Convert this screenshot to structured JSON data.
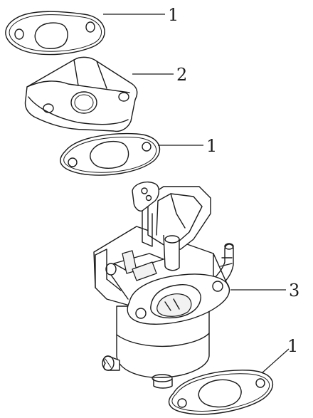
{
  "callouts": [
    {
      "id": "gasket-top",
      "number": "1"
    },
    {
      "id": "spacer",
      "number": "2"
    },
    {
      "id": "gasket-mid",
      "number": "1"
    },
    {
      "id": "carburetor",
      "number": "3"
    },
    {
      "id": "gasket-bottom",
      "number": "1"
    }
  ],
  "colors": {
    "line": "#1a1a1a",
    "background": "#ffffff"
  }
}
